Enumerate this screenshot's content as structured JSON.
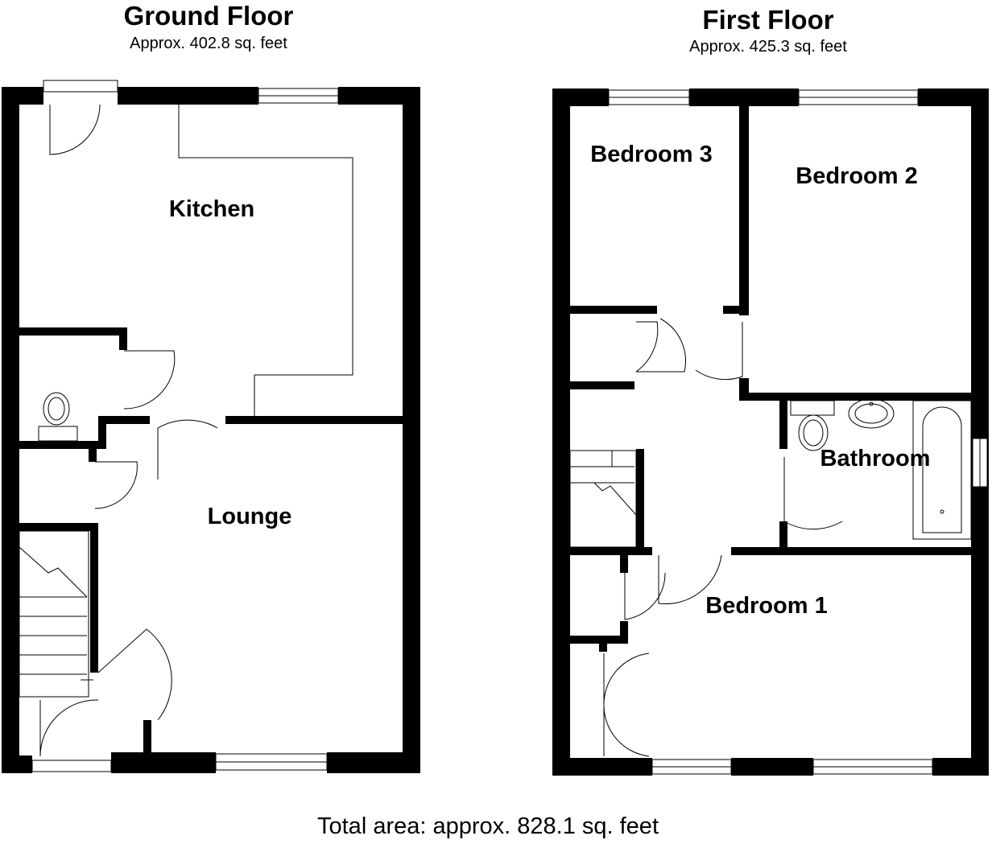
{
  "ground_floor": {
    "title": "Ground Floor",
    "area": "Approx. 402.8 sq. feet",
    "rooms": {
      "kitchen": "Kitchen",
      "lounge": "Lounge"
    }
  },
  "first_floor": {
    "title": "First Floor",
    "area": "Approx. 425.3 sq. feet",
    "rooms": {
      "bedroom_3": "Bedroom 3",
      "bedroom_2": "Bedroom 2",
      "bathroom": "Bathroom",
      "bedroom_1": "Bedroom 1"
    }
  },
  "total_area": "Total area: approx. 828.1 sq. feet"
}
